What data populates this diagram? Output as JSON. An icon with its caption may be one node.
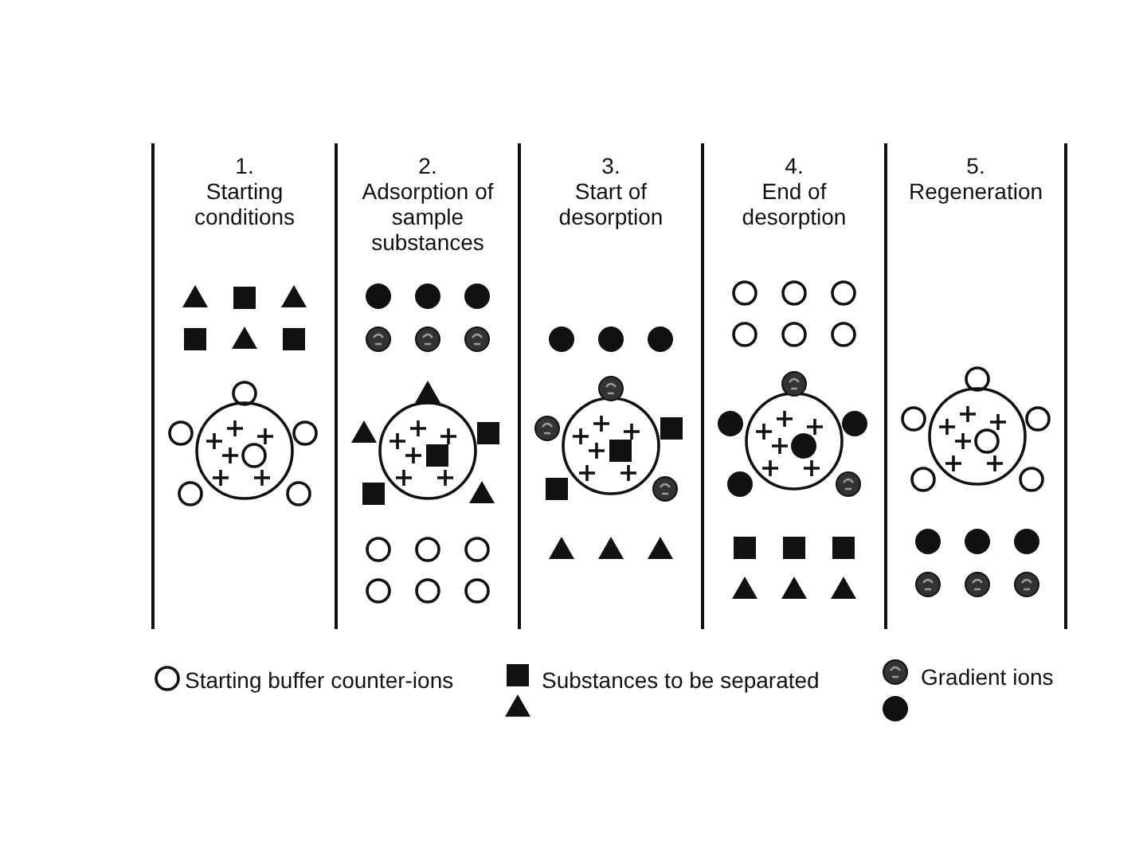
{
  "diagram": {
    "nodes": [
      {
        "text": [
          "1.",
          "Starting conditions"
        ]
      },
      {
        "text": [
          "2.",
          "Adsorption of sample substances"
        ]
      },
      {
        "text": [
          "3.",
          "Start of desorption"
        ]
      },
      {
        "text": [
          "4.",
          "End of desorption"
        ]
      },
      {
        "text": [
          "5.",
          "Regeneration"
        ]
      }
    ],
    "edges": [],
    "legend": [
      {
        "text": "Starting buffer counter-ions"
      },
      {
        "text": "Substances to be separated"
      },
      {
        "text": "Gradient ions"
      }
    ]
  }
}
